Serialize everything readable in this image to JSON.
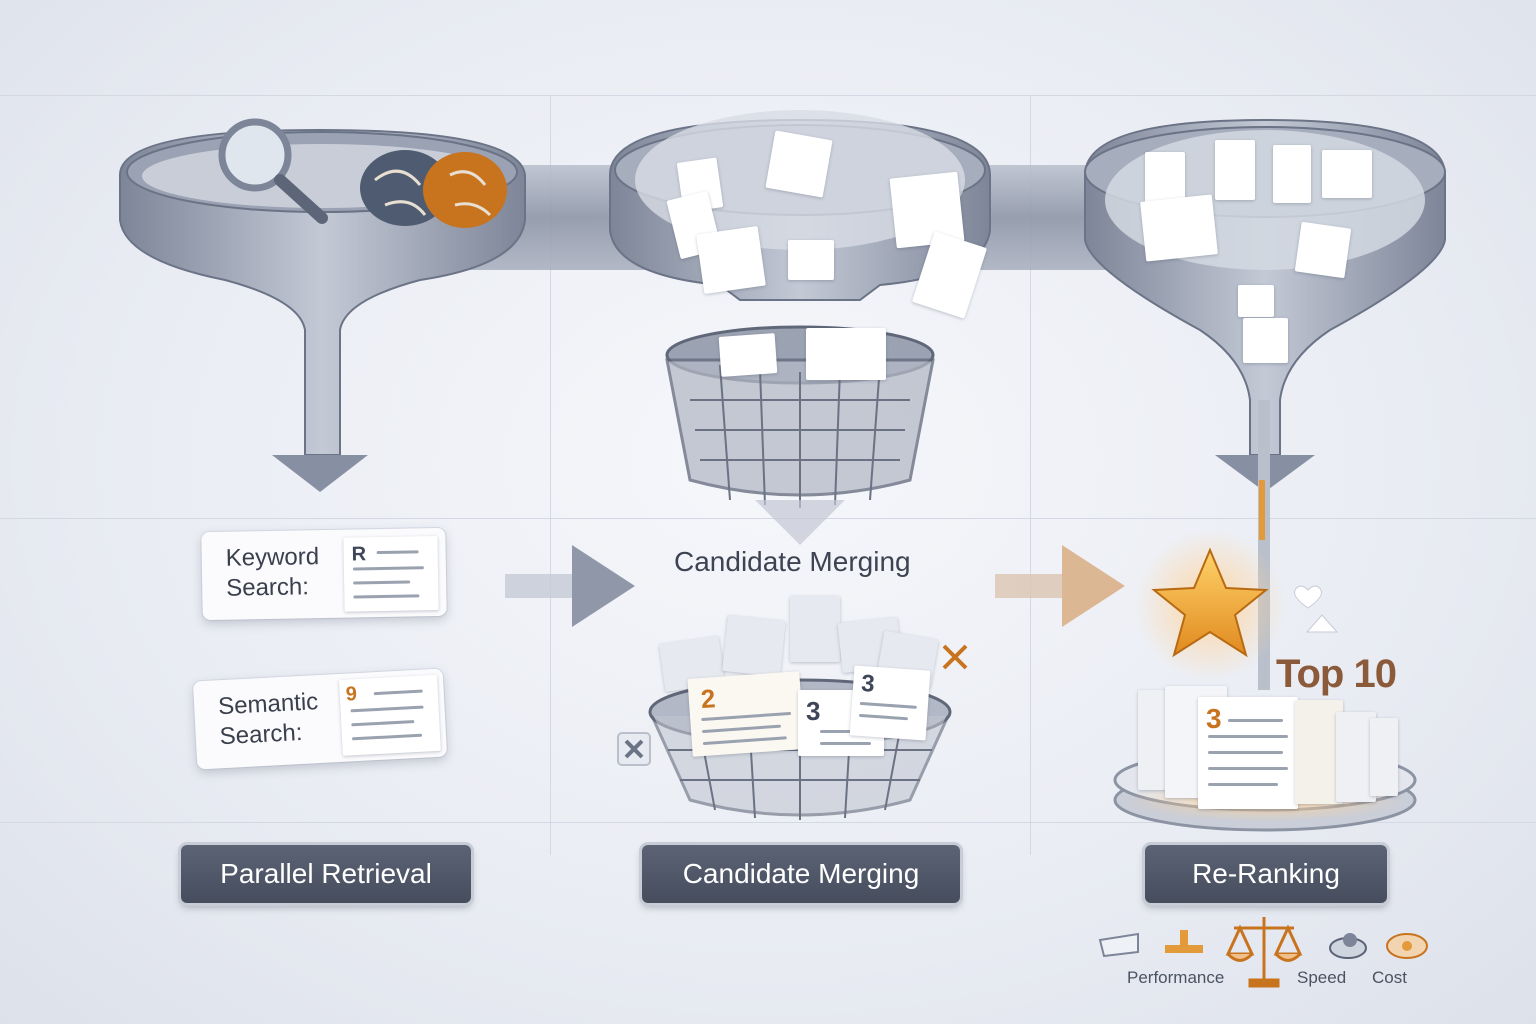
{
  "stages": {
    "parallel_retrieval": "Parallel Retrieval",
    "candidate_merging": "Candidate Merging",
    "re_ranking": "Re-Ranking"
  },
  "retrieval_cards": {
    "keyword": {
      "line1": "Keyword",
      "line2": "Search:",
      "badge": "R"
    },
    "semantic": {
      "line1": "Semantic",
      "line2": "Search:",
      "badge": "9"
    }
  },
  "merging_caption": "Candidate Merging",
  "merged_docs": {
    "doc_a": "2",
    "doc_b": "3",
    "doc_c": "3"
  },
  "ranked_doc_badge": "3",
  "top_label": "Top 10",
  "legend": {
    "performance": "Performance",
    "speed": "Speed",
    "cost": "Cost"
  },
  "colors": {
    "accent_orange": "#e39a3a",
    "steel": "#7d8598",
    "label_bg": "#4f5666"
  }
}
